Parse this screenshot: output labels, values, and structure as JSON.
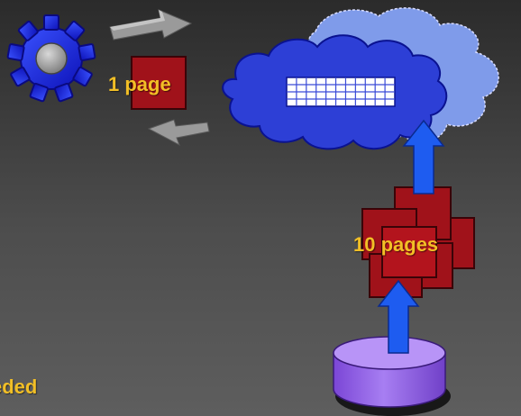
{
  "colors": {
    "label_text": "#f2bf26",
    "gear": "#1a22e8",
    "page_red": "#a0121a",
    "cloud_front": "#2d3fd6",
    "cloud_back": "#7f9bea",
    "arrow_blue": "#1e5cf0",
    "arrow_gray": "#9a9a9a",
    "cylinder": "#9b66e8"
  },
  "icons": {
    "gear": "gear-icon",
    "cloud": "cloud-icon",
    "database": "database-cylinder-icon",
    "grid": "buffer-grid-icon"
  },
  "labels": {
    "one_page": "1 page",
    "ten_pages": "10 pages",
    "bottom_fragment": "eded"
  },
  "grid": {
    "rows": 4,
    "cols": 11
  }
}
